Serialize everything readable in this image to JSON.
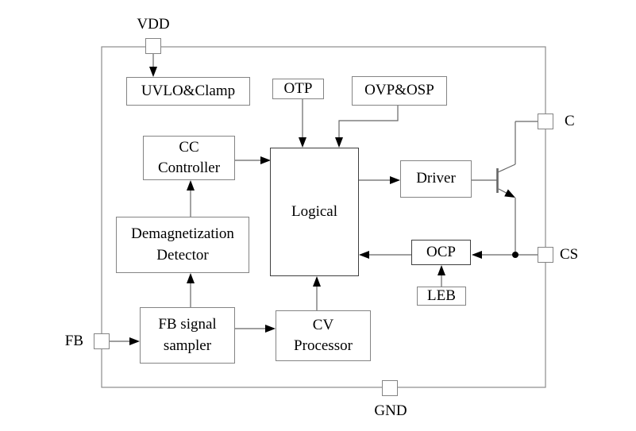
{
  "blocks": {
    "uvlo": {
      "label": "UVLO&Clamp"
    },
    "otp": {
      "label": "OTP"
    },
    "ovp": {
      "label": "OVP&OSP"
    },
    "cc": {
      "label": "CC\nController"
    },
    "demag": {
      "label": "Demagnetization\nDetector"
    },
    "logical": {
      "label": "Logical"
    },
    "driver": {
      "label": "Driver"
    },
    "ocp": {
      "label": "OCP"
    },
    "leb": {
      "label": "LEB"
    },
    "fb_sampler": {
      "label": "FB signal\nsampler"
    },
    "cv_processor": {
      "label": "CV\nProcessor"
    }
  },
  "pins": {
    "vdd": {
      "label": "VDD"
    },
    "c": {
      "label": "C"
    },
    "cs": {
      "label": "CS"
    },
    "fb": {
      "label": "FB"
    },
    "gnd": {
      "label": "GND"
    }
  },
  "colors": {
    "background": "#ffffff",
    "wire": "#666666",
    "box_border": "#848484",
    "box_border_dark": "#3f3f3f",
    "arrowhead": "#000000",
    "text": "#000000"
  }
}
